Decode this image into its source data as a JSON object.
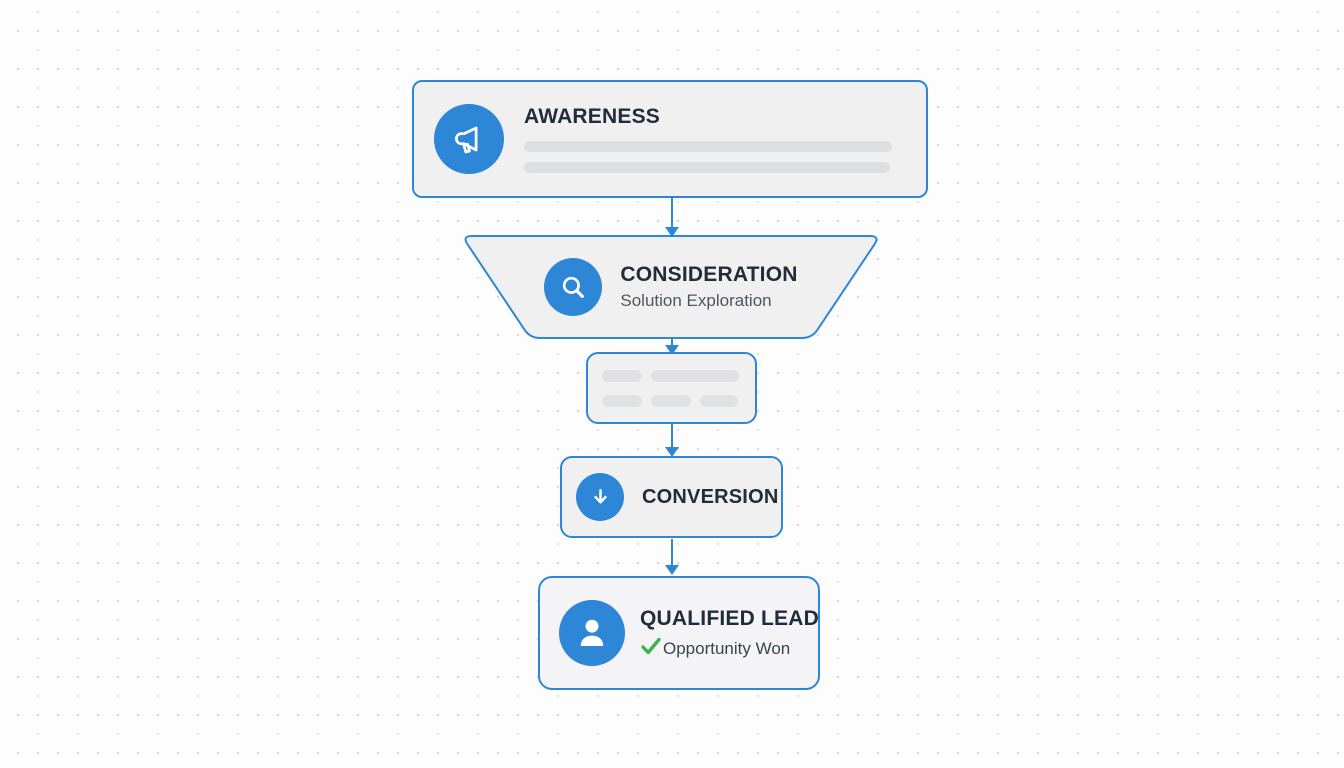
{
  "palette": {
    "accent_blue": "#2e87d6",
    "node_fill": "#f0f0f1",
    "title_text": "#222d3a",
    "subtitle_text": "#4e5761",
    "placeholder_gray": "#dcdee0",
    "success_green": "#3eb24b",
    "background_dot": "#d9dde2"
  },
  "icons": {
    "awareness": "megaphone-icon",
    "consideration": "search-icon",
    "conversion": "arrow-down-circle-icon",
    "qualified_lead": "person-icon",
    "qualified_lead_status": "check-icon"
  },
  "stages": {
    "awareness": {
      "label": "AWARENESS"
    },
    "consideration": {
      "label": "CONSIDERATION",
      "subtitle": "Solution Exploration"
    },
    "conversion": {
      "label": "CONVERSION"
    },
    "qualified_lead": {
      "label": "QUALIFIED LEAD",
      "subtitle": "Opportunity Won"
    }
  }
}
